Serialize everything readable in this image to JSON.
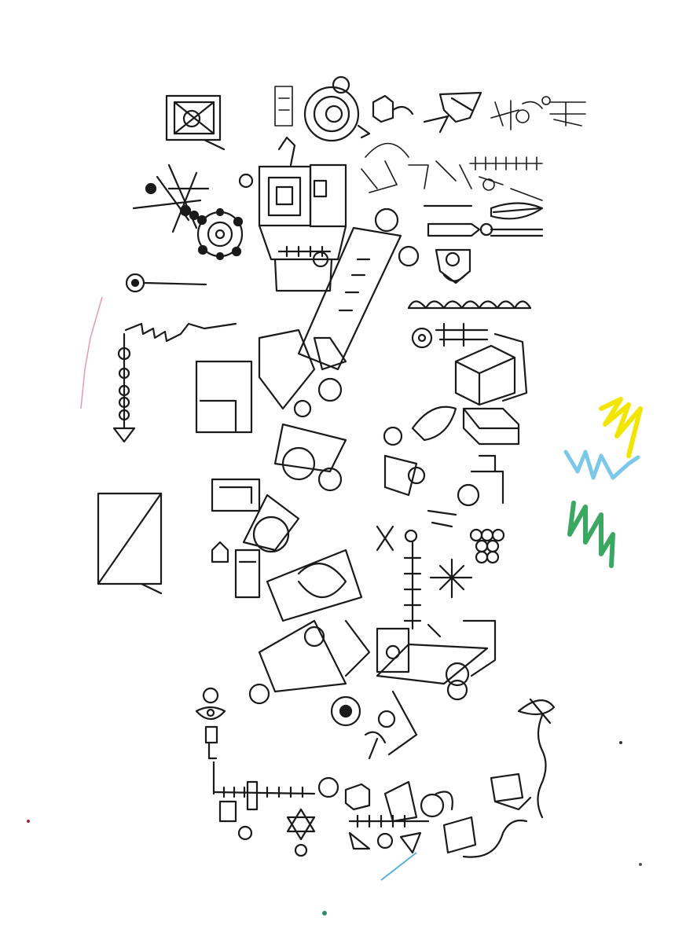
{
  "artwork": {
    "kind": "hand-drawn ink doodle on paper",
    "ink_color": "#1a1a1a",
    "paper_color": "#ffffff",
    "marker_swatches": [
      {
        "name": "yellow",
        "color": "#f2e600"
      },
      {
        "name": "light-blue",
        "color": "#7cc8e8"
      },
      {
        "name": "green",
        "color": "#3aa860"
      },
      {
        "name": "pink",
        "color": "#d4508a"
      },
      {
        "name": "blue-streak",
        "color": "#5aaee0"
      }
    ]
  }
}
